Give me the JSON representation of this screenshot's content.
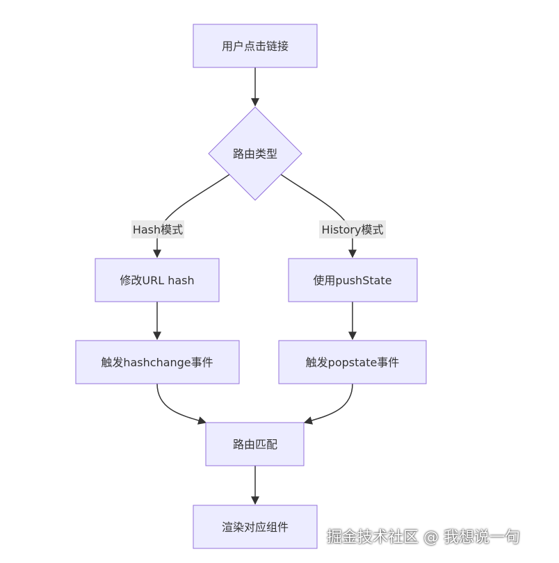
{
  "nodes": {
    "click_link": "用户点击链接",
    "route_type": "路由类型",
    "modify_hash": "修改URL hash",
    "use_pushstate": "使用pushState",
    "trigger_hashchange": "触发hashchange事件",
    "trigger_popstate": "触发popstate事件",
    "route_match": "路由匹配",
    "render_component": "渲染对应组件"
  },
  "edges": {
    "hash_mode": "Hash模式",
    "history_mode": "History模式"
  },
  "watermark": "掘金技术社区 @ 我想说一句",
  "colors": {
    "node_fill": "#ECECFF",
    "node_stroke": "#9370DB",
    "edge": "#333333",
    "text": "#333333",
    "label_bg": "#e8e8e8"
  }
}
